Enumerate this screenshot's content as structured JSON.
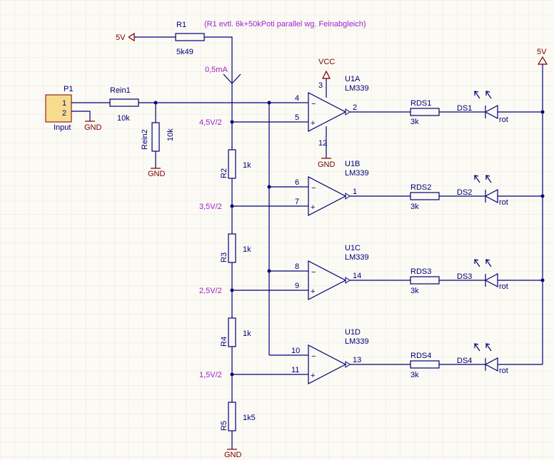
{
  "note": "(R1 evtl. 6k+50kPoti parallel wg. Feinabgleich)",
  "power": {
    "five_v": "5V",
    "vcc": "VCC",
    "gnd": "GND"
  },
  "current_probe": "0,5mA",
  "connector": {
    "designator": "P1",
    "pin1": "1",
    "pin2": "2",
    "comment": "Input"
  },
  "resistors": {
    "r1": {
      "designator": "R1",
      "value": "5k49"
    },
    "rein1": {
      "designator": "Rein1",
      "value": "10k"
    },
    "rein2": {
      "designator": "Rein2",
      "value": "10k"
    },
    "r2": {
      "designator": "R2",
      "value": "1k"
    },
    "r3": {
      "designator": "R3",
      "value": "1k"
    },
    "r4": {
      "designator": "R4",
      "value": "1k"
    },
    "r5": {
      "designator": "R5",
      "value": "1k5"
    }
  },
  "voltage_labels": [
    "4,5V/2",
    "3,5V/2",
    "2,5V/2",
    "1,5V/2"
  ],
  "comparators": [
    {
      "designator": "U1A",
      "part": "LM339",
      "in_minus": "4",
      "in_plus": "5",
      "out": "2",
      "vcc_pin": "3",
      "gnd_pin": "12"
    },
    {
      "designator": "U1B",
      "part": "LM339",
      "in_minus": "6",
      "in_plus": "7",
      "out": "1"
    },
    {
      "designator": "U1C",
      "part": "LM339",
      "in_minus": "8",
      "in_plus": "9",
      "out": "14"
    },
    {
      "designator": "U1D",
      "part": "LM339",
      "in_minus": "10",
      "in_plus": "11",
      "out": "13"
    }
  ],
  "led_resistors": [
    {
      "designator": "RDS1",
      "value": "3k"
    },
    {
      "designator": "RDS2",
      "value": "3k"
    },
    {
      "designator": "RDS3",
      "value": "3k"
    },
    {
      "designator": "RDS4",
      "value": "3k"
    }
  ],
  "leds": [
    {
      "designator": "DS1",
      "color": "rot"
    },
    {
      "designator": "DS2",
      "color": "rot"
    },
    {
      "designator": "DS3",
      "color": "rot"
    },
    {
      "designator": "DS4",
      "color": "rot"
    }
  ],
  "opamp_symbols": {
    "minus": "−",
    "plus": "+"
  },
  "colors": {
    "wire": "#00007a",
    "power": "#7a0000",
    "annotation": "#a020d0",
    "connector_fill": "#f7dc8f",
    "grid": "#e4e2d4",
    "background": "#fbfaf4"
  }
}
